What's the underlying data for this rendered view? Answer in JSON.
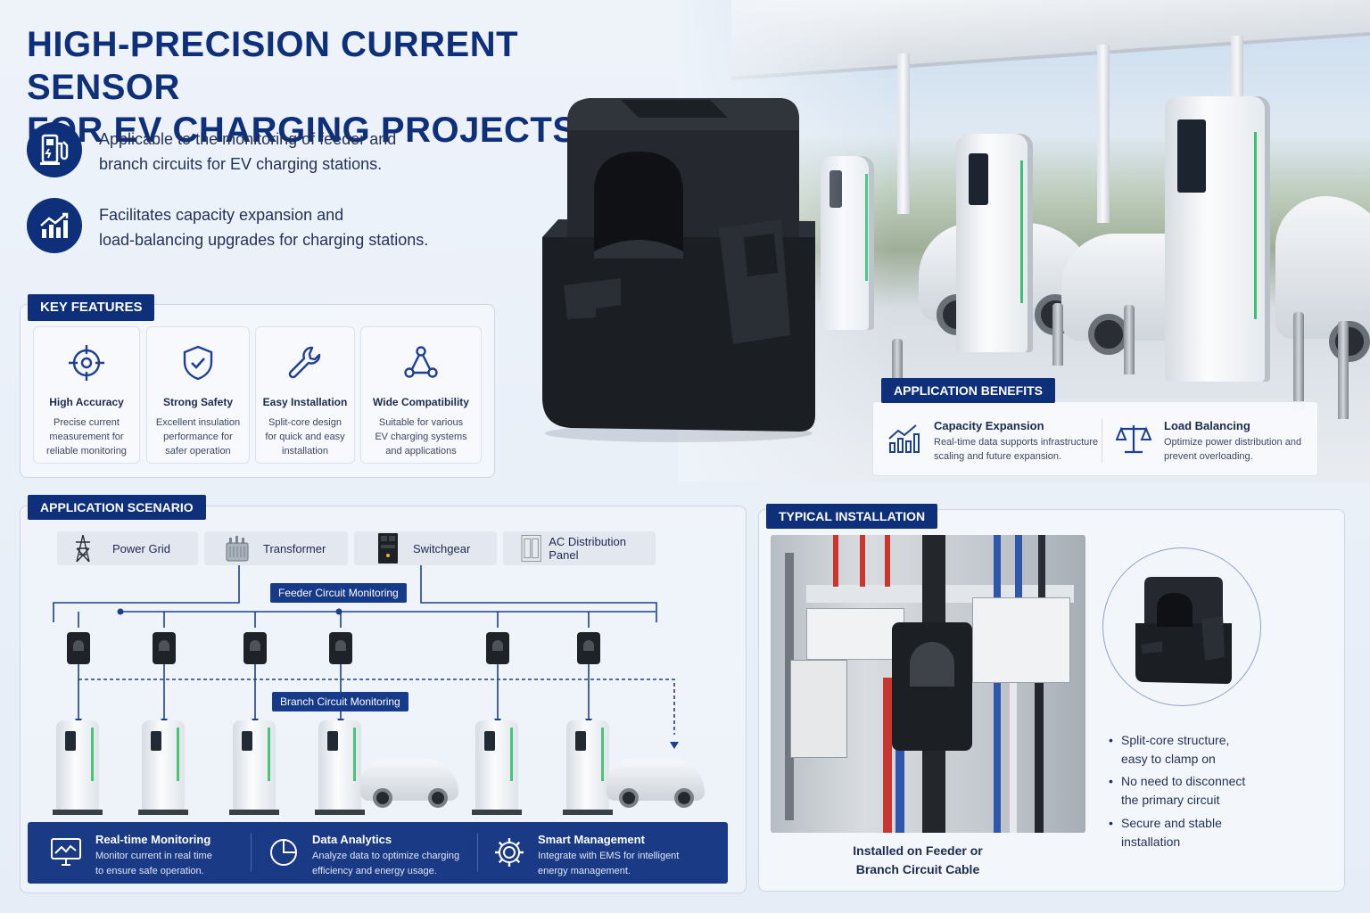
{
  "title": {
    "line1": "HIGH-PRECISION CURRENT SENSOR",
    "line2": "FOR EV CHARGING PROJECTS"
  },
  "intro": [
    {
      "icon": "ev-charger-icon",
      "line1": "Applicable to the monitoring of feeder and",
      "line2": "branch circuits for EV charging stations."
    },
    {
      "icon": "growth-chart-icon",
      "line1": "Facilitates capacity expansion and",
      "line2": "load-balancing upgrades for charging stations."
    }
  ],
  "key_features": {
    "heading": "KEY FEATURES",
    "items": [
      {
        "icon": "target-icon",
        "title": "High Accuracy",
        "desc": [
          "Precise current",
          "measurement for",
          "reliable monitoring"
        ]
      },
      {
        "icon": "shield-check-icon",
        "title": "Strong Safety",
        "desc": [
          "Excellent insulation",
          "performance for",
          "safer operation"
        ]
      },
      {
        "icon": "wrench-icon",
        "title": "Easy Installation",
        "desc": [
          "Split-core design",
          "for quick and easy",
          "installation"
        ]
      },
      {
        "icon": "network-icon",
        "title": "Wide Compatibility",
        "desc": [
          "Suitable for various",
          "EV charging systems",
          "and applications"
        ]
      }
    ]
  },
  "benefits": {
    "heading": "APPLICATION BENEFITS",
    "items": [
      {
        "icon": "growth-chart-icon",
        "title": "Capacity Expansion",
        "desc": [
          "Real-time data supports infrastructure",
          "scaling and future expansion."
        ]
      },
      {
        "icon": "balance-scale-icon",
        "title": "Load Balancing",
        "desc": [
          "Optimize power distribution and",
          "prevent overloading."
        ]
      }
    ]
  },
  "scenario": {
    "heading": "APPLICATION SCENARIO",
    "sources": [
      {
        "icon": "power-tower-icon",
        "label": "Power Grid"
      },
      {
        "icon": "transformer-icon",
        "label": "Transformer"
      },
      {
        "icon": "switchgear-icon",
        "label": "Switchgear"
      },
      {
        "icon": "distribution-panel-icon",
        "label": "AC Distribution Panel"
      }
    ],
    "feeder_label": "Feeder Circuit Monitoring",
    "branch_label": "Branch Circuit Monitoring",
    "bottom": [
      {
        "icon": "monitor-chart-icon",
        "title": "Real-time Monitoring",
        "desc": [
          "Monitor current in real time",
          "to ensure safe operation."
        ]
      },
      {
        "icon": "pie-chart-icon",
        "title": "Data Analytics",
        "desc": [
          "Analyze data to optimize charging",
          "efficiency and energy usage."
        ]
      },
      {
        "icon": "gear-icon",
        "title": "Smart Management",
        "desc": [
          "Integrate with EMS for intelligent",
          "energy management."
        ]
      }
    ]
  },
  "installation": {
    "heading": "TYPICAL INSTALLATION",
    "caption": [
      "Installed on Feeder or",
      "Branch Circuit Cable"
    ],
    "bullets": [
      [
        "Split-core structure,",
        "easy to clamp on"
      ],
      [
        "No need to disconnect",
        "the primary circuit"
      ],
      [
        "Secure and stable",
        "installation"
      ]
    ]
  },
  "colors": {
    "navy": "#0e2f7a",
    "panel_blue": "#1a3a86",
    "accent_green": "#38c172"
  }
}
